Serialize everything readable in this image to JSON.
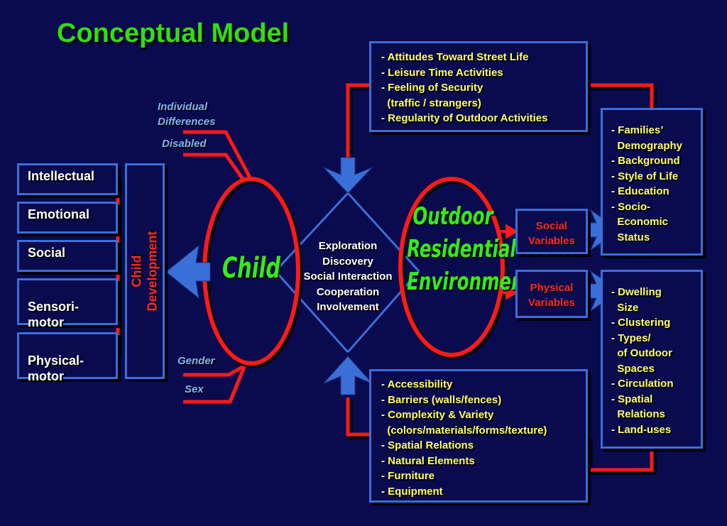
{
  "title": "Conceptual Model",
  "development": {
    "items": [
      "Intellectual",
      "Emotional",
      "Social",
      "Sensori-\nmotor",
      "Physical-\nmotor"
    ],
    "vertical_label": "Child\nDevelopment"
  },
  "child": {
    "label": "Child",
    "factors_top": [
      "Individual\nDifferences",
      "Disabled"
    ],
    "factors_bottom": [
      "Gender",
      "Sex"
    ]
  },
  "center": {
    "lines": [
      "Exploration",
      "Discovery",
      "Social Interaction",
      "Cooperation",
      "Involvement"
    ]
  },
  "environment": {
    "label": "Outdoor\nResidential\nEnvironment"
  },
  "top_box": {
    "items": [
      "Attitudes Toward Street Life",
      "Leisure Time Activities",
      "Feeling of Security\n  (traffic / strangers)",
      "Regularity of Outdoor Activities"
    ]
  },
  "bottom_box": {
    "items": [
      "Accessibility",
      "Barriers (walls/fences)",
      "Complexity & Variety\n  (colors/materials/forms/texture)",
      "Spatial Relations",
      "Natural Elements",
      "Furniture",
      "Equipment"
    ]
  },
  "social_variables": {
    "label": "Social\nVariables",
    "items": [
      "Families’\n  Demography",
      "Background",
      "Style of Life",
      "Education",
      "Socio-\n  Economic\n  Status"
    ]
  },
  "physical_variables": {
    "label": "Physical\nVariables",
    "items": [
      "Dwelling\n  Size",
      "Clustering",
      "Types/\n  of Outdoor\n  Spaces",
      "Circulation",
      "Spatial\n  Relations",
      "Land-uses"
    ]
  },
  "colors": {
    "background": "#0a0a4e",
    "box_border": "#3a6fd8",
    "arrow": "#3a6fd8",
    "connector": "#ff1a1a",
    "title": "#33dd11",
    "italic_label": "#7fb6f5",
    "list_text": "#ffff66"
  }
}
